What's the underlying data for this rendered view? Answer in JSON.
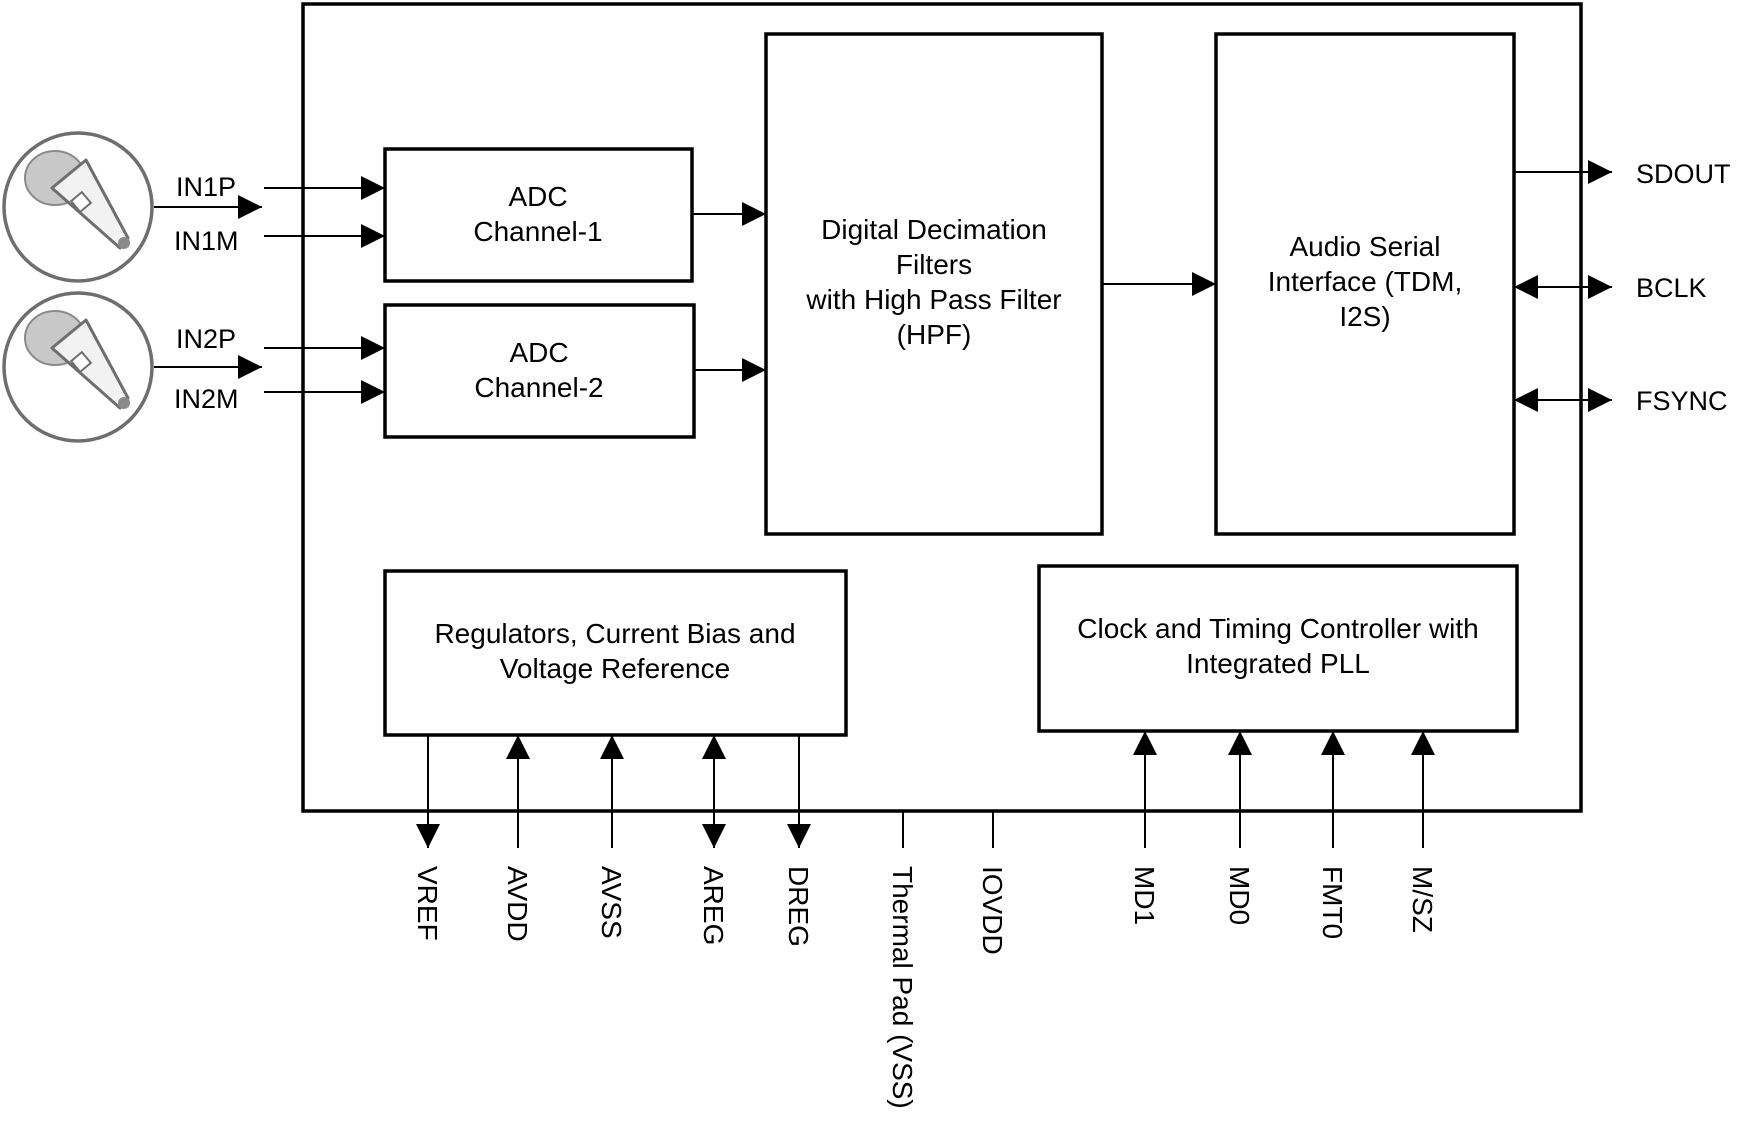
{
  "blocks": {
    "adc1": [
      "ADC",
      "Channel-1"
    ],
    "adc2": [
      "ADC",
      "Channel-2"
    ],
    "decimation": [
      "Digital Decimation",
      "Filters",
      "with High Pass Filter",
      "(HPF)"
    ],
    "asi": [
      "Audio Serial",
      "Interface (TDM,",
      "I2S)"
    ],
    "regulators": [
      "Regulators, Current Bias and",
      "Voltage Reference"
    ],
    "clock": [
      "Clock and Timing Controller with",
      "Integrated PLL"
    ]
  },
  "inputs": {
    "in1p": "IN1P",
    "in1m": "IN1M",
    "in2p": "IN2P",
    "in2m": "IN2M"
  },
  "outputs": {
    "sdout": "SDOUT",
    "bclk": "BCLK",
    "fsync": "FSYNC"
  },
  "bottom_pins": {
    "vref": "VREF",
    "avdd": "AVDD",
    "avss": "AVSS",
    "areg": "AREG",
    "dreg": "DREG",
    "thermal": "Thermal Pad (VSS)",
    "iovdd": "IOVDD",
    "md1": "MD1",
    "md0": "MD0",
    "fmt0": "FMT0",
    "msz": "M/SZ"
  },
  "colors": {
    "line": "#000000",
    "mic_ring": "#6e6e6e",
    "mic_head": "#c8c8c8",
    "mic_body": "#f2f2f2"
  }
}
